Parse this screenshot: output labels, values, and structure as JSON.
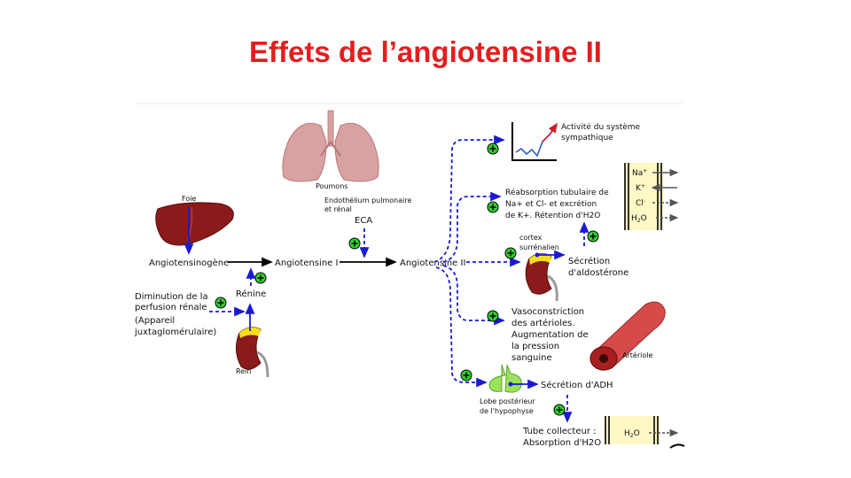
{
  "title": "Effets de l’angiotensine  II",
  "colors": {
    "title": "#e41e1e",
    "blue": "#1a1ad6",
    "plus": "#2fcf2f",
    "organ": "#8b1a1a"
  },
  "left": {
    "foie": "Foie",
    "angiotensinogene": "Angiotensinogène",
    "renine": "Rénine",
    "diminution": [
      "Diminution de la",
      "perfusion rénale"
    ],
    "appareil": [
      "(Appareil",
      "juxtaglomérulaire)"
    ],
    "rein": "Rein"
  },
  "center": {
    "poumons": "Poumons",
    "endothelium": [
      "Endothélium pulmonaire",
      "et rénal"
    ],
    "eca": "ECA",
    "angiotensine1": "Angiotensine I",
    "angiotensine2": "Angiotensine II"
  },
  "right": {
    "activite": [
      "Activité du système",
      "sympathique"
    ],
    "reabsorption": [
      "Réabsorption tubulaire de",
      "Na+ et Cl- et excrétion",
      "de K+. Rétention d'H2O"
    ],
    "ions": [
      "Na",
      "K",
      "Cl",
      "H"
    ],
    "cortex": [
      "cortex",
      "surrénalien"
    ],
    "aldosterone": [
      "Sécrétion",
      "d'aldostérone"
    ],
    "vasoconstriction": [
      "Vasoconstriction",
      "des artérioles.",
      "Augmentation de",
      "la pression",
      "sanguine"
    ],
    "arteriole": "Artériole",
    "adh": "Sécrétion d'ADH",
    "hypophyse": [
      "Lobe postérieur",
      "de l'hypophyse"
    ],
    "tube": [
      "Tube collecteur :",
      "Absorption d'H2O"
    ],
    "h2o_box": "H"
  }
}
